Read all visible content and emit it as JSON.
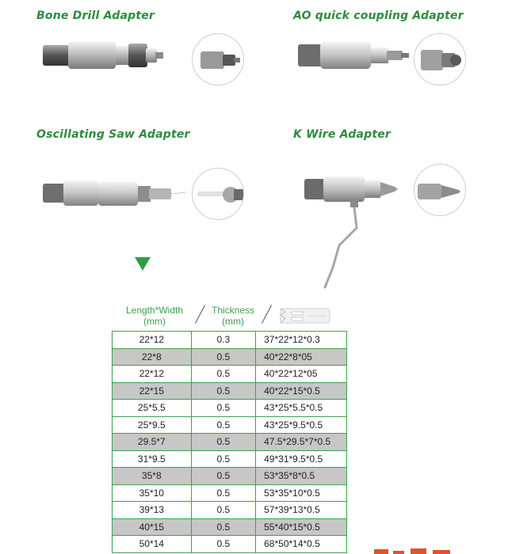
{
  "adapters": [
    {
      "title": "Bone Drill  Adapter"
    },
    {
      "title": "AO quick coupling  Adapter"
    },
    {
      "title": "Oscillating Saw  Adapter"
    },
    {
      "title": "K Wire  Adapter"
    }
  ],
  "table": {
    "headers": {
      "length_width": "Length*Width",
      "length_width_unit": "(mm)",
      "thickness": "Thickness",
      "thickness_unit": "(mm)"
    },
    "rows": [
      {
        "size": "22*12",
        "thickness": "0.3",
        "code": "37*22*12*0.3",
        "shade": "light"
      },
      {
        "size": "22*8",
        "thickness": "0.5",
        "code": "40*22*8*05",
        "shade": "dark"
      },
      {
        "size": "22*12",
        "thickness": "0.5",
        "code": "40*22*12*05",
        "shade": "light"
      },
      {
        "size": "22*15",
        "thickness": "0.5",
        "code": "40*22*15*0.5",
        "shade": "dark"
      },
      {
        "size": "25*5.5",
        "thickness": "0.5",
        "code": "43*25*5.5*0.5",
        "shade": "light"
      },
      {
        "size": "25*9.5",
        "thickness": "0.5",
        "code": "43*25*9.5*0.5",
        "shade": "light"
      },
      {
        "size": "29.5*7",
        "thickness": "0.5",
        "code": "47.5*29.5*7*0.5",
        "shade": "dark"
      },
      {
        "size": "31*9.5",
        "thickness": "0.5",
        "code": "49*31*9.5*0.5",
        "shade": "light"
      },
      {
        "size": "35*8",
        "thickness": "0.5",
        "code": "53*35*8*0.5",
        "shade": "dark"
      },
      {
        "size": "35*10",
        "thickness": "0.5",
        "code": "53*35*10*0.5",
        "shade": "light"
      },
      {
        "size": "39*13",
        "thickness": "0.5",
        "code": "57*39*13*0.5",
        "shade": "light"
      },
      {
        "size": "40*15",
        "thickness": "0.5",
        "code": "55*40*15*0.5",
        "shade": "dark"
      },
      {
        "size": "50*14",
        "thickness": "0.5",
        "code": "68*50*14*0.5",
        "shade": "light"
      }
    ]
  },
  "colors": {
    "title_green": "#2e8b3e",
    "table_border": "#3f9f4f",
    "row_dark": "#c7c7c7",
    "arrow_green": "#2e9e45"
  }
}
